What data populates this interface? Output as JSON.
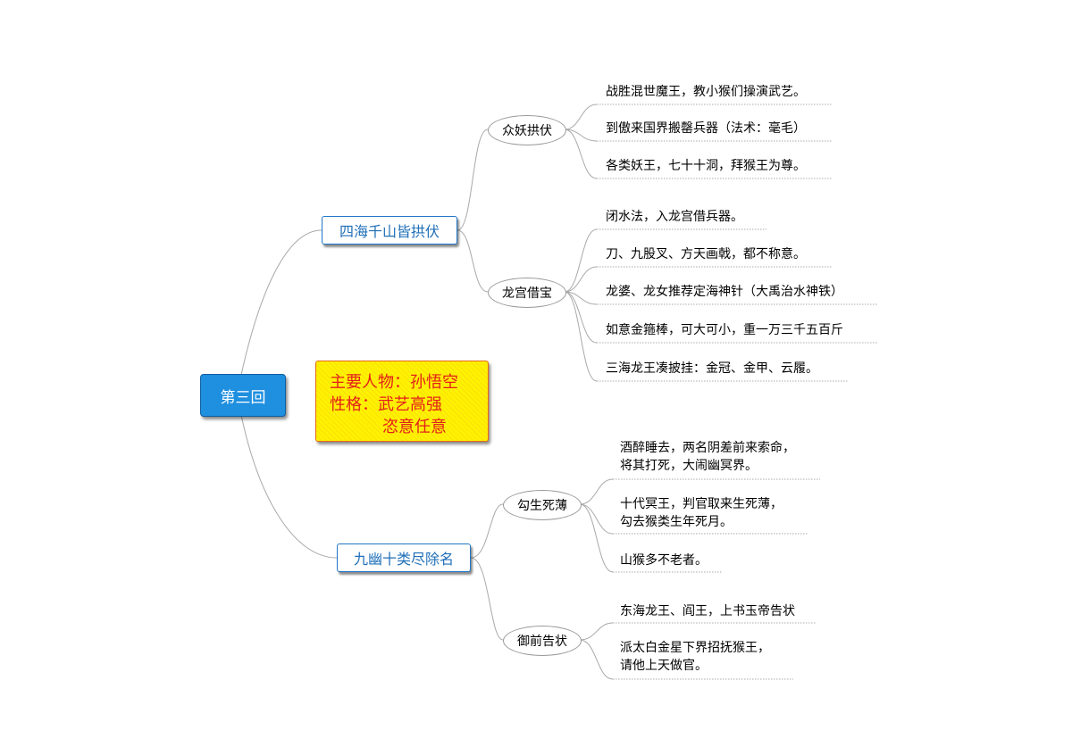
{
  "root": {
    "label": "第三回"
  },
  "note": {
    "line1": "主要人物：孙悟空",
    "line2": "性格：武艺高强",
    "line3": "恣意任意"
  },
  "branches": [
    {
      "label": "四海千山皆拱伏",
      "subs": [
        {
          "label": "众妖拱伏",
          "leaves": [
            "战胜混世魔王，教小猴们操演武艺。",
            "到傲来国界搬罄兵器（法术：毫毛）",
            "各类妖王，七十十洞，拜猴王为尊。"
          ]
        },
        {
          "label": "龙宫借宝",
          "leaves": [
            "闭水法，入龙宫借兵器。",
            "刀、九股叉、方天画戟，都不称意。",
            "龙婆、龙女推荐定海神针（大禹治水神铁）",
            "如意金箍棒，可大可小，重一万三千五百斤",
            "三海龙王凑披挂：金冠、金甲、云履。"
          ]
        }
      ]
    },
    {
      "label": "九幽十类尽除名",
      "subs": [
        {
          "label": "勾生死薄",
          "leaves": [
            [
              "酒醉睡去，两名阴差前来索命，",
              "将其打死，大闹幽冥界。"
            ],
            [
              "十代冥王，判官取来生死薄，",
              "勾去猴类生年死月。"
            ],
            [
              "山猴多不老者。"
            ]
          ]
        },
        {
          "label": "御前告状",
          "leaves": [
            [
              "东海龙王、阎王，上书玉帝告状"
            ],
            [
              "派太白金星下界招抚猴王，",
              "请他上天做官。"
            ]
          ]
        }
      ]
    }
  ]
}
